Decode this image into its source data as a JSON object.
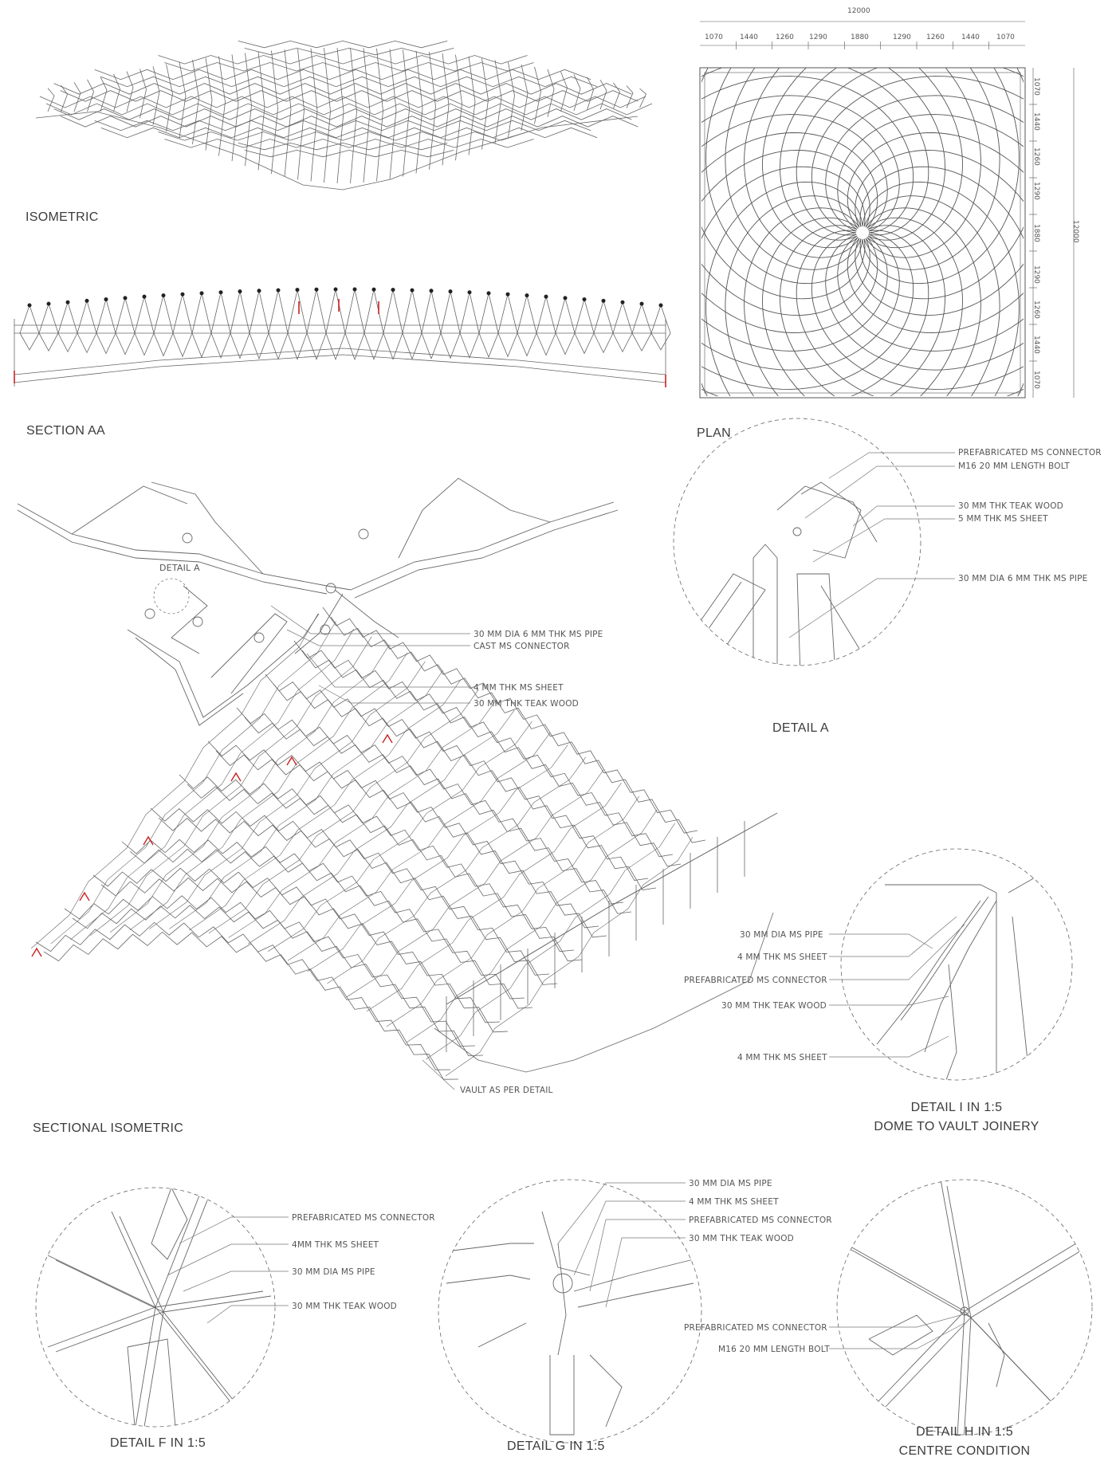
{
  "titles": {
    "isometric": "ISOMETRIC",
    "section_aa": "SECTION AA",
    "plan": "PLAN",
    "detail_a": "DETAIL A",
    "sectional_isometric": "SECTIONAL ISOMETRIC",
    "detail_i_1": "DETAIL I IN 1:5",
    "detail_i_2": "DOME TO VAULT JOINERY",
    "detail_f": "DETAIL F IN 1:5",
    "detail_g": "DETAIL G IN 1:5",
    "detail_h_1": "DETAIL H IN 1:5",
    "detail_h_2": "CENTRE CONDITION"
  },
  "plan_dims": {
    "overall": "12000",
    "top": [
      "1070",
      "1440",
      "1260",
      "1290",
      "1880",
      "1290",
      "1260",
      "1440",
      "1070"
    ],
    "side": [
      "1070",
      "1440",
      "1260",
      "1290",
      "1880",
      "1290",
      "1260",
      "1440",
      "1070"
    ]
  },
  "notes": {
    "exploded": [
      "30 MM DIA 6 MM THK MS PIPE",
      "CAST MS CONNECTOR",
      "4 MM THK MS SHEET",
      "30 MM THK TEAK WOOD"
    ],
    "exploded_callout": "DETAIL A",
    "detail_a": [
      "PREFABRICATED MS CONNECTOR",
      "M16 20 MM LENGTH BOLT",
      "30 MM THK TEAK WOOD",
      "5 MM THK MS SHEET",
      "30 MM DIA 6 MM THK MS PIPE"
    ],
    "sectional": [
      "VAULT AS PER DETAIL"
    ],
    "detail_i": [
      "30 MM DIA MS PIPE",
      "4 MM THK MS SHEET",
      "PREFABRICATED MS CONNECTOR",
      "30 MM THK TEAK WOOD",
      "4 MM THK MS SHEET"
    ],
    "detail_f": [
      "PREFABRICATED MS CONNECTOR",
      "4MM THK MS SHEET",
      "30 MM DIA MS PIPE",
      "30 MM THK TEAK WOOD"
    ],
    "detail_g": [
      "30 MM DIA MS PIPE",
      "4 MM THK MS SHEET",
      "PREFABRICATED MS CONNECTOR",
      "30 MM THK TEAK WOOD"
    ],
    "detail_h": [
      "PREFABRICATED MS CONNECTOR",
      "M16 20 MM LENGTH BOLT"
    ]
  },
  "colors": {
    "line": "#555555",
    "accent": "#cc2222"
  }
}
